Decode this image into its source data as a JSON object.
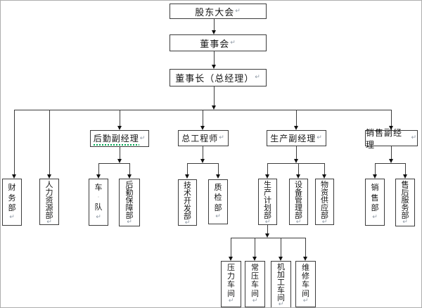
{
  "diagram": {
    "type": "org-chart",
    "paragraph_mark": "↵",
    "space_mark": "·",
    "colors": {
      "background": "#ffffff",
      "frame": "#adadad",
      "line": "#3c3c3c",
      "box_border": "#3c3c3c",
      "text": "#151515",
      "paragraph_mark": "#8f9aa6",
      "grammar_underline": "#00a650"
    },
    "nodes": {
      "shareholders": {
        "label": "股东大会"
      },
      "board": {
        "label": "董事会"
      },
      "chairman": {
        "label": "董事长（总经理）"
      },
      "logistics_manager": {
        "label": "后勤副经理",
        "grammar_flag": true
      },
      "chief_engineer": {
        "label": "总工程师"
      },
      "production_manager": {
        "label": "生产副经理"
      },
      "sales_manager": {
        "label": "销售副经理"
      },
      "finance": {
        "label": "财务部"
      },
      "hr": {
        "label": "人力资源部"
      },
      "fleet": {
        "label": "车 队"
      },
      "logistics_support": {
        "label": "后勤保障部"
      },
      "tech_dev": {
        "label": "技术开发部"
      },
      "quality": {
        "label": "质检部"
      },
      "production_planning": {
        "label": "生产计划部"
      },
      "equipment": {
        "label": "设备管理部"
      },
      "materials": {
        "label": "物资供应部"
      },
      "sales_dept": {
        "label": "销售部"
      },
      "after_sales": {
        "label": "售后服务部"
      },
      "pressure_workshop": {
        "label": "压力车间"
      },
      "normal_pressure_workshop": {
        "label": "常压车间"
      },
      "machining_workshop": {
        "label": "机加工车间"
      },
      "maintenance_workshop": {
        "label": "维修车间"
      }
    },
    "hierarchy": [
      {
        "parent": "股东大会",
        "children": [
          "董事会"
        ]
      },
      {
        "parent": "董事会",
        "children": [
          "董事长（总经理）"
        ]
      },
      {
        "parent": "董事长（总经理）",
        "children": [
          "财务部",
          "人力资源部",
          "后勤副经理",
          "总工程师",
          "生产副经理",
          "销售副经理"
        ]
      },
      {
        "parent": "后勤副经理",
        "children": [
          "车 队",
          "后勤保障部"
        ]
      },
      {
        "parent": "总工程师",
        "children": [
          "技术开发部",
          "质检部"
        ]
      },
      {
        "parent": "生产副经理",
        "children": [
          "生产计划部",
          "设备管理部",
          "物资供应部"
        ]
      },
      {
        "parent": "生产计划部",
        "children": [
          "压力车间",
          "常压车间",
          "机加工车间",
          "维修车间"
        ]
      },
      {
        "parent": "销售副经理",
        "children": [
          "销售部",
          "售后服务部"
        ]
      }
    ]
  }
}
